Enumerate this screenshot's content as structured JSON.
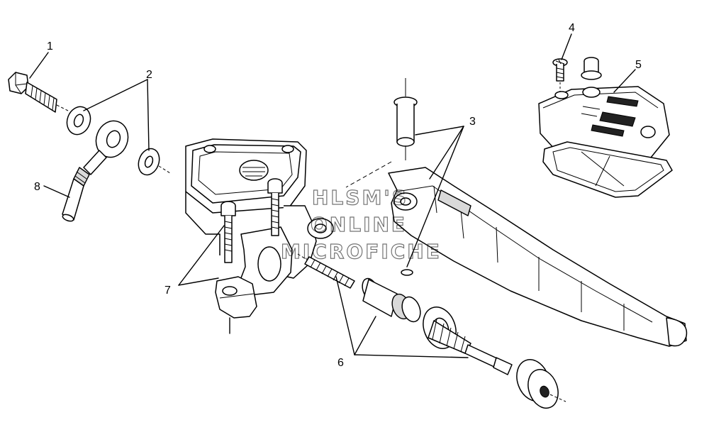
{
  "callouts": [
    "1",
    "2",
    "3",
    "4",
    "5",
    "6",
    "7",
    "8"
  ],
  "watermark": [
    "HLSM'S",
    "ONLINE",
    "MICROFICHE"
  ]
}
